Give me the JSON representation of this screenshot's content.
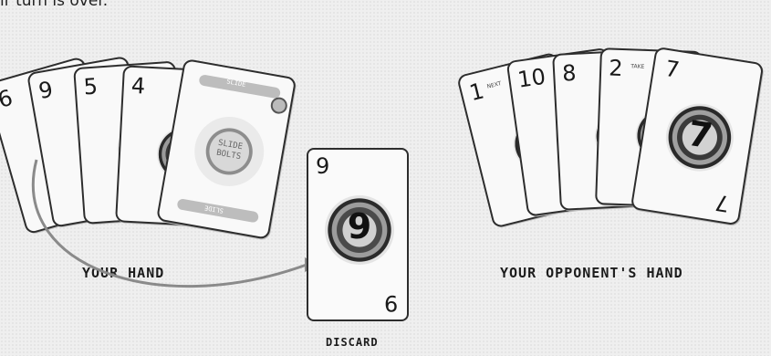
{
  "instruction": "ir turn is over.",
  "your_hand": {
    "label": "YOUR HAND",
    "cards": [
      "6",
      "9",
      "5",
      "4"
    ],
    "slide_card": {
      "top_text": "SLIDE",
      "center_text": "SLIDE BOLTS",
      "bottom_text": "SLIDE"
    }
  },
  "opponent_hand": {
    "label": "YOUR OPPONENT'S HAND",
    "cards": [
      {
        "value": "1",
        "tag": "NEXT"
      },
      {
        "value": "10",
        "tag": ""
      },
      {
        "value": "8",
        "tag": ""
      },
      {
        "value": "2",
        "tag": "TAKE"
      },
      {
        "value": "7",
        "tag": ""
      }
    ]
  },
  "discard": {
    "label": "DISCARD",
    "value": "9"
  },
  "colors": {
    "card_border": "#2d2d2d",
    "card_face": "#f9f9f9",
    "arrow": "#8a8a8a"
  }
}
